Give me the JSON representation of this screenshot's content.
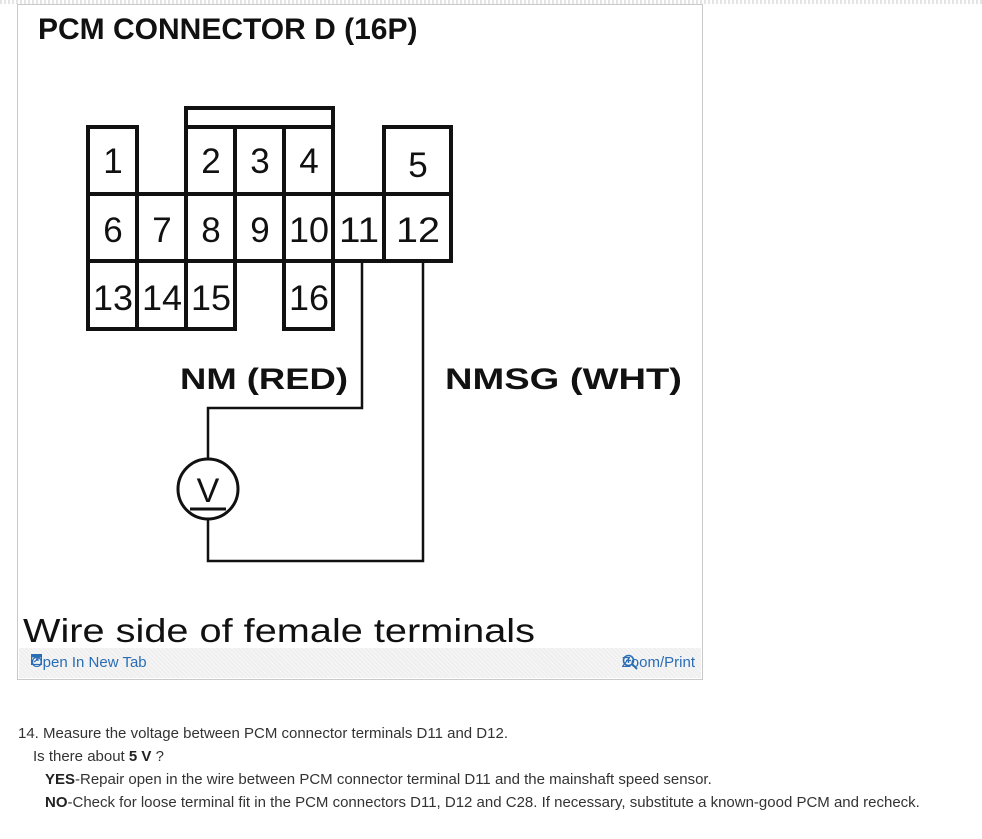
{
  "figure": {
    "title": "PCM CONNECTOR D (16P)",
    "terminals": [
      "1",
      "2",
      "3",
      "4",
      "5",
      "6",
      "7",
      "8",
      "9",
      "10",
      "11",
      "12",
      "13",
      "14",
      "15",
      "16"
    ],
    "wire_labels": {
      "nm": "NM (RED)",
      "nmsg": "NMSG (WHT)"
    },
    "caption": "Wire side of female terminals",
    "voltmeter_symbol": "V"
  },
  "footer": {
    "open_new_tab": "Open In New Tab",
    "zoom_print": "Zoom/Print",
    "open_icon": "open-new-tab-icon",
    "zoom_icon": "magnifier-icon"
  },
  "step": {
    "line1": "14. Measure the voltage between PCM connector terminals D11 and D12.",
    "question_pre": "Is there about ",
    "question_bold": "5 V",
    "question_post": " ?",
    "yes_label": "YES",
    "yes_text": "-Repair open in the wire between PCM connector terminal D11 and the mainshaft speed sensor.",
    "no_label": "NO",
    "no_text": "-Check for loose terminal fit in the PCM connectors D11, D12 and C28. If necessary, substitute a known-good PCM and recheck."
  },
  "colors": {
    "link": "#2a6db5",
    "text": "#333333",
    "diagram": "#111111"
  }
}
